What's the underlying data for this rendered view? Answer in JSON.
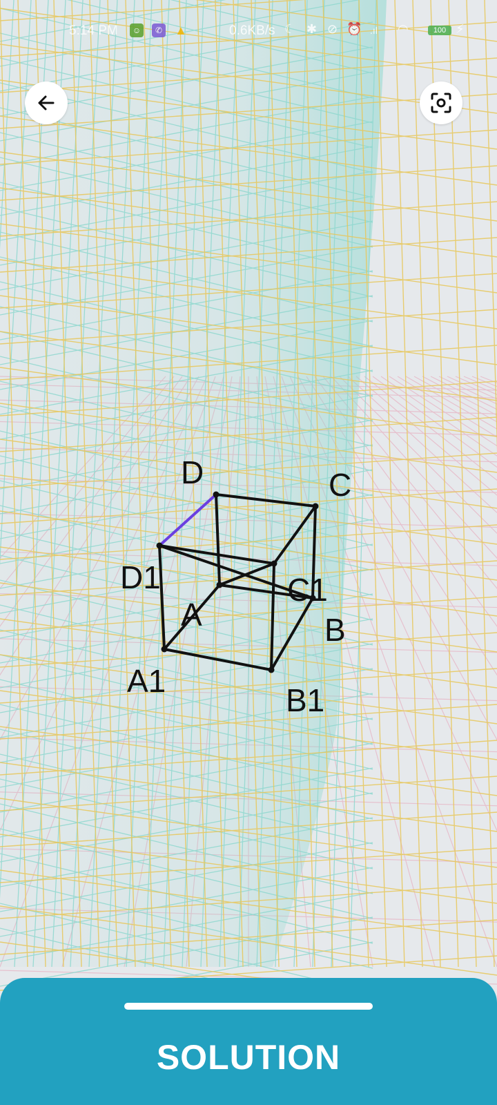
{
  "status_bar": {
    "time": "5:14 PM",
    "net_speed": "0.6KB/s",
    "battery": "100",
    "icons": [
      "android-icon",
      "viber-icon",
      "drive-icon",
      "moon-icon",
      "bluetooth-icon",
      "silent-icon",
      "alarm-icon",
      "signal-icon",
      "wifi-icon",
      "battery-icon",
      "charging-icon"
    ]
  },
  "toolbar": {
    "back_icon": "arrow-left-icon",
    "focus_icon": "camera-focus-icon"
  },
  "cube": {
    "labels": {
      "A": "A",
      "B": "B",
      "C": "C",
      "D": "D",
      "A1": "A1",
      "B1": "B1",
      "C1": "C1",
      "D1": "D1"
    },
    "highlight_color": "#6a3fe0",
    "edge_color": "#111111"
  },
  "scene_colors": {
    "background": "#e6e9ec",
    "grid_yellow": "#e8c75a",
    "grid_cyan": "#8fd8cf",
    "grid_pink": "#e7b7c6"
  },
  "bottom_panel": {
    "button_label": "SOLUTION",
    "color": "#22a1c0"
  }
}
